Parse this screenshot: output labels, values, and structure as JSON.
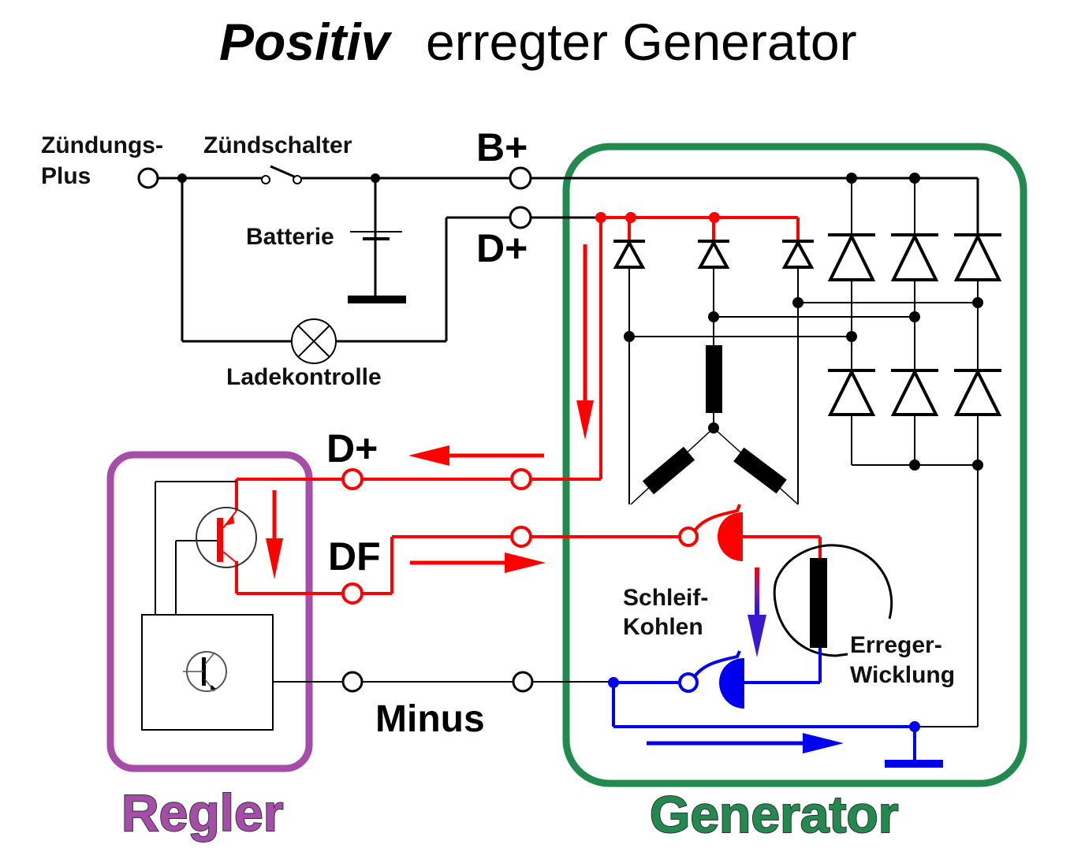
{
  "title": {
    "emphasis": "Positiv",
    "rest": "erregter Generator"
  },
  "labels": {
    "ignition_plus_1": "Zündungs-",
    "ignition_plus_2": "Plus",
    "ignition_switch": "Zündschalter",
    "battery": "Batterie",
    "charge_lamp": "Ladekontrolle",
    "brushes_1": "Schleif-",
    "brushes_2": "Kohlen",
    "field_winding_1": "Erreger-",
    "field_winding_2": "Wicklung"
  },
  "terminals": {
    "b_plus": "B+",
    "d_plus_top": "D+",
    "d_plus_regulator": "D+",
    "df": "DF",
    "minus": "Minus"
  },
  "groups": {
    "regulator": {
      "label": "Regler",
      "color": "#a54da8"
    },
    "generator": {
      "label": "Generator",
      "color": "#238a4f"
    }
  },
  "colors": {
    "positive_current": "#ff0000",
    "negative_current": "#0000ee",
    "wire": "#000000"
  }
}
